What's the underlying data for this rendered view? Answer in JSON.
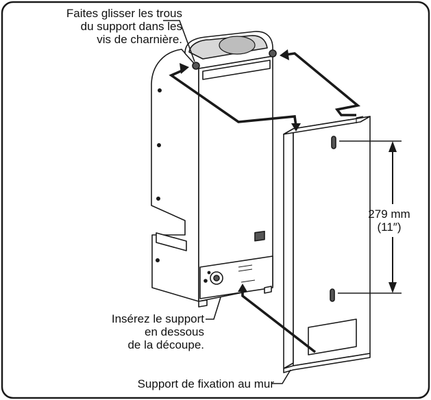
{
  "labels": {
    "slide_holes": "Faites glisser les trous\ndu support dans les\nvis de charnière.",
    "insert_support": "Insérez le support\nen dessous\nde la découpe.",
    "wall_bracket": "Support de fixation au mur",
    "dimension": "279 mm\n(11″)"
  },
  "colors": {
    "line": "#1a1a1a",
    "fill": "#ffffff",
    "shade": "#d8d8d8",
    "dark": "#555555"
  }
}
